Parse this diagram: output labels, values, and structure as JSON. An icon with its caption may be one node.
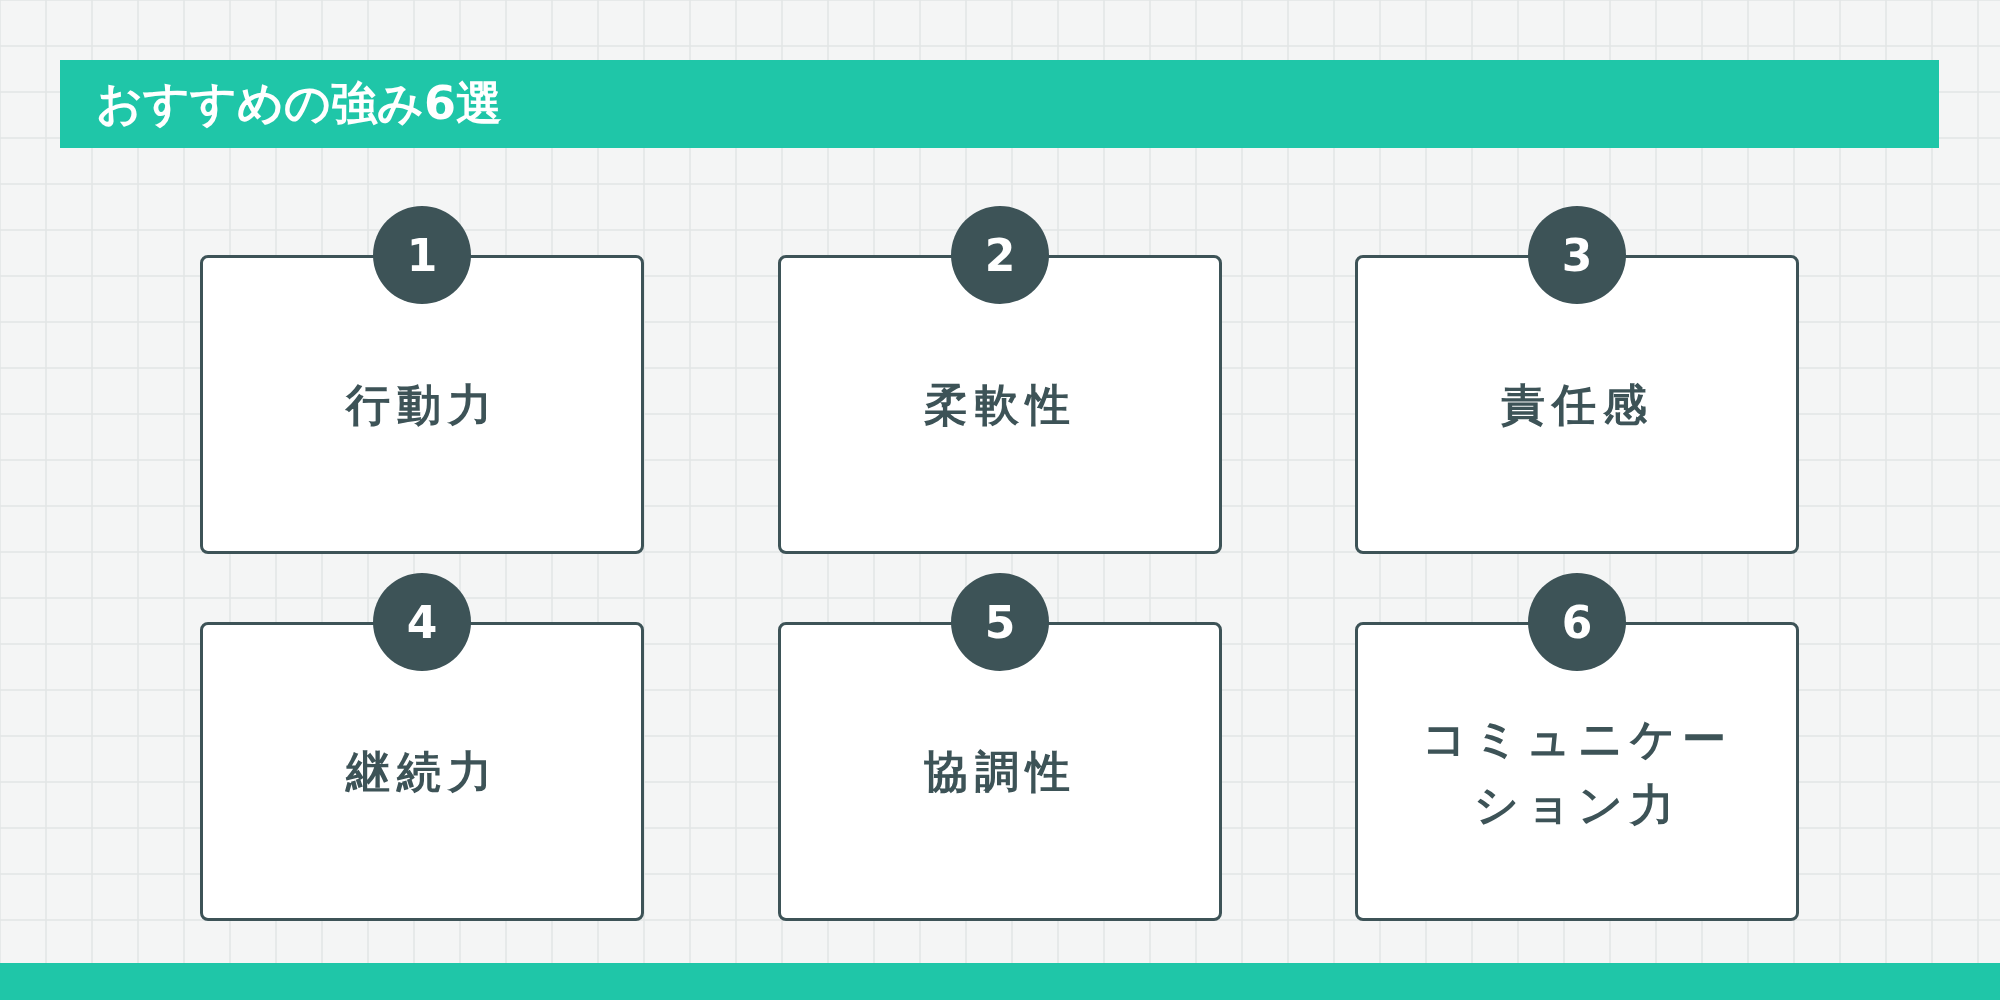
{
  "diagram": {
    "title": "おすすめの強み6選",
    "nodes": [
      {
        "text": [
          "1"
        ]
      },
      {
        "text": [
          "行動力"
        ]
      },
      {
        "text": [
          "2"
        ]
      },
      {
        "text": [
          "柔軟性"
        ]
      },
      {
        "text": [
          "3"
        ]
      },
      {
        "text": [
          "責任感"
        ]
      },
      {
        "text": [
          "4"
        ]
      },
      {
        "text": [
          "継続力"
        ]
      },
      {
        "text": [
          "5"
        ]
      },
      {
        "text": [
          "協調性"
        ]
      },
      {
        "text": [
          "6"
        ]
      },
      {
        "text": [
          "コミュニケーション力"
        ]
      }
    ]
  }
}
